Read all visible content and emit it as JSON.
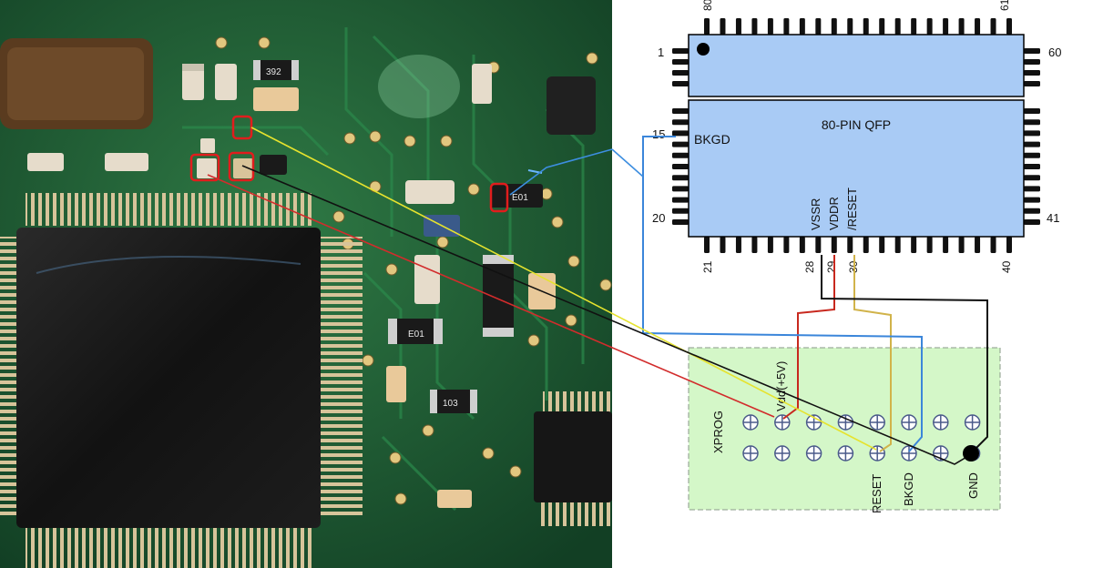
{
  "chip": {
    "label": "80-PIN QFP",
    "top_pins": {
      "left": "80",
      "right": "61"
    },
    "left_pins": {
      "top": "1",
      "bottom": "20",
      "bkgd_pin": "15"
    },
    "right_pins": {
      "top": "60",
      "bottom": "41"
    },
    "bottom_pins": {
      "left": "21",
      "right": "40",
      "p28": "28",
      "p29": "29",
      "p30": "30"
    },
    "signals": {
      "bkgd": "BKGD",
      "vssr": "VSSR",
      "vddr": "VDDR",
      "reset": "/RESET"
    }
  },
  "connector": {
    "xprog": "XPROG",
    "vdd": "Vdd(+5V)",
    "reset": "RESET",
    "bkgd": "BKGD",
    "gnd": "GND"
  },
  "pcb": {
    "marking_1": "392",
    "marking_2": "E01",
    "marking_3": "E01",
    "marking_4": "103"
  },
  "colors": {
    "chip_fill": "#a9cbf5",
    "connector_fill": "#d4f7c8",
    "pcb_green": "#1f5a32",
    "wire_red": "#d22c2c",
    "wire_yellow": "#e6e32e",
    "wire_blue": "#3d8ee0",
    "wire_black": "#111111",
    "wire_vddr": "#c8281e",
    "wire_reset": "#d1b34a",
    "wire_bkgd": "#3b86da"
  }
}
